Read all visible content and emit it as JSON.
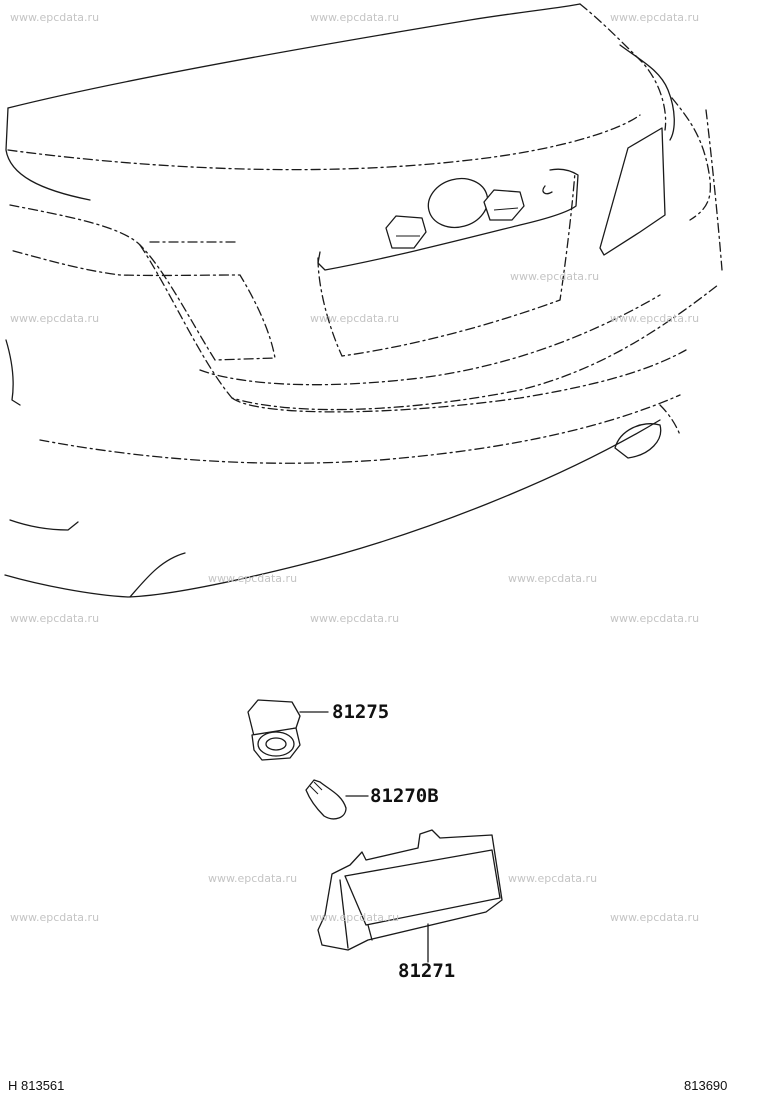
{
  "watermark": "www.epcdata.ru",
  "parts": {
    "socket": "81275",
    "bulb": "81270B",
    "lamp": "81271"
  },
  "footer": {
    "left_ref": "H 813561",
    "right_ref": "813690"
  }
}
